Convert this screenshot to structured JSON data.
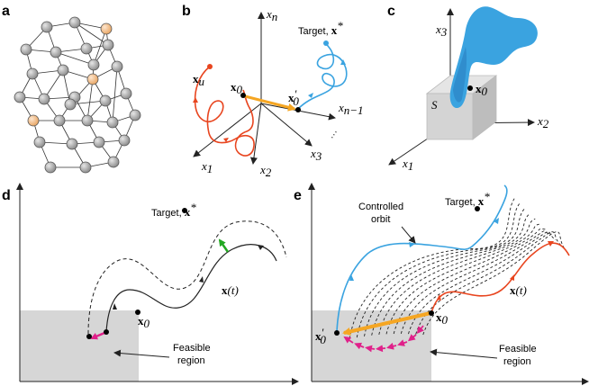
{
  "panels": {
    "a": {
      "label": "a"
    },
    "b": {
      "label": "b",
      "axis_xn": "x",
      "axis_xn_sub": "n",
      "axis_xn1": "x",
      "axis_xn1_sub": "n−1",
      "axis_x1": "x",
      "axis_x1_sub": "1",
      "axis_x2": "x",
      "axis_x2_sub": "2",
      "axis_x3": "x",
      "axis_x3_sub": "3",
      "dots": "···",
      "target_text": "Target, ",
      "target_sym": "x",
      "target_sup": "*",
      "xu": "x",
      "xu_sub": "u",
      "x0": "x",
      "x0_sub": "0",
      "x0p": "x",
      "x0p_sup": "′",
      "x0p_sub": "0"
    },
    "c": {
      "label": "c",
      "axis_x3": "x",
      "axis_x3_sub": "3",
      "axis_x2": "x",
      "axis_x2_sub": "2",
      "axis_x1": "x",
      "axis_x1_sub": "1",
      "set": "S",
      "x0": "x",
      "x0_sub": "0"
    },
    "d": {
      "label": "d",
      "target_text": "Target, ",
      "target_sym": "x",
      "target_sup": "*",
      "x0": "x",
      "x0_sub": "0",
      "xt": "x",
      "xt_arg": "(t)",
      "feasible_line1": "Feasible",
      "feasible_line2": "region"
    },
    "e": {
      "label": "e",
      "controlled_line1": "Controlled",
      "controlled_line2": "orbit",
      "target_text": "Target, ",
      "target_sym": "x",
      "target_sup": "*",
      "x0": "x",
      "x0_sub": "0",
      "x0p": "x",
      "x0p_sup": "′",
      "x0p_sub": "0",
      "xt": "x",
      "xt_arg": "(t)",
      "feasible_line1": "Feasible",
      "feasible_line2": "region"
    }
  },
  "colors": {
    "red": "#e8451f",
    "blue": "#3aa3e0",
    "orange": "#f5a623",
    "magenta": "#e0218a",
    "green": "#22a822",
    "gray_node": "#a9a9a9",
    "peach_node": "#f7c9a0",
    "region": "#d6d6d6"
  }
}
